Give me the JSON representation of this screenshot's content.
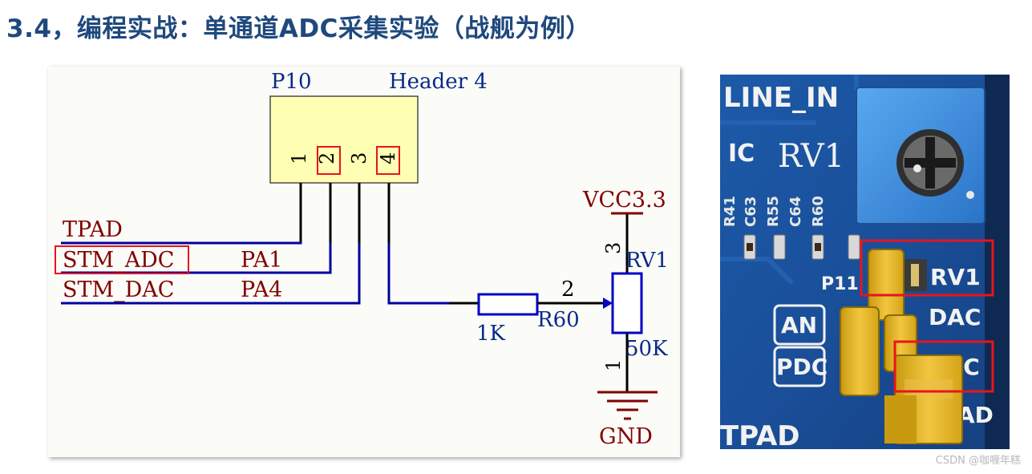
{
  "title": "3.4，编程实战：单通道ADC采集实验（战舰为例）",
  "schematic": {
    "header_ref": "P10",
    "header_value": "Header 4",
    "pins": [
      "1",
      "2",
      "3",
      "4"
    ],
    "nets": {
      "tpad": "TPAD",
      "stm_adc": "STM_ADC",
      "stm_dac": "STM_DAC",
      "pa1": "PA1",
      "pa4": "PA4"
    },
    "resistor_ref": "R60",
    "resistor_value": "1K",
    "pot_ref": "RV1",
    "pot_value": "50K",
    "pot_pins": [
      "1",
      "2",
      "3"
    ],
    "vcc": "VCC3.3",
    "gnd": "GND"
  },
  "photo": {
    "labels": {
      "line_in": "LINE_IN",
      "mic": "IC",
      "rv1_silk": "RV1",
      "parts": [
        "R41",
        "C63",
        "R55",
        "C64",
        "R60"
      ],
      "p11": "P11",
      "an": "AN",
      "pdc": "PDC",
      "rv1_pin": "RV1",
      "dac": "DAC",
      "adc": "DC",
      "ad": "AD",
      "tpad": "TPAD"
    }
  },
  "watermark": "CSDN @咖喱年糕",
  "colors": {
    "title": "#1f497d",
    "wire": "#0000a0",
    "net_label": "#800000",
    "highlight": "#e8141e",
    "header_fill": "#ffffb4",
    "pcb": "#1a4f9a"
  }
}
